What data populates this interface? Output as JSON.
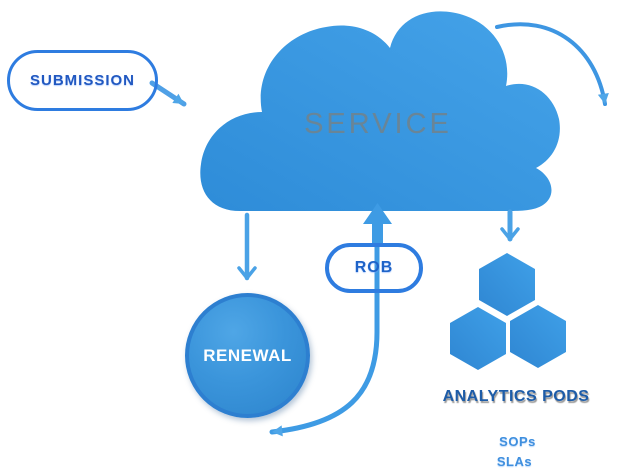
{
  "diagram": {
    "background_color": "#FFFFFF",
    "accent_color": "#3E9BE4",
    "cloud": {
      "label": "SERVICE",
      "fill_start": "#2E8CD8",
      "fill_end": "#45A3E9",
      "label_color": "#6C8492"
    },
    "submission": {
      "label": "SUBMISSION",
      "text_color": "#2158C0",
      "border_color": "#2E7CE0"
    },
    "renewal": {
      "label": "RENEWAL",
      "fill": "#3B95DB",
      "border_color": "#2D7FD0",
      "text_color": "#FFFFFF"
    },
    "rob": {
      "label": "ROB",
      "text_color": "#1E63C8",
      "border_color": "#2E7CE0"
    },
    "analytics": {
      "label": "ANALYTICS PODS",
      "text_color": "#1D5CA8",
      "hex_count": 3,
      "hex_fill_start": "#2F86D2",
      "hex_fill_end": "#3FA0E8"
    },
    "notes": {
      "line1": "SOPs",
      "line2": "SLAs",
      "text_color": "#3F8FDE"
    }
  }
}
